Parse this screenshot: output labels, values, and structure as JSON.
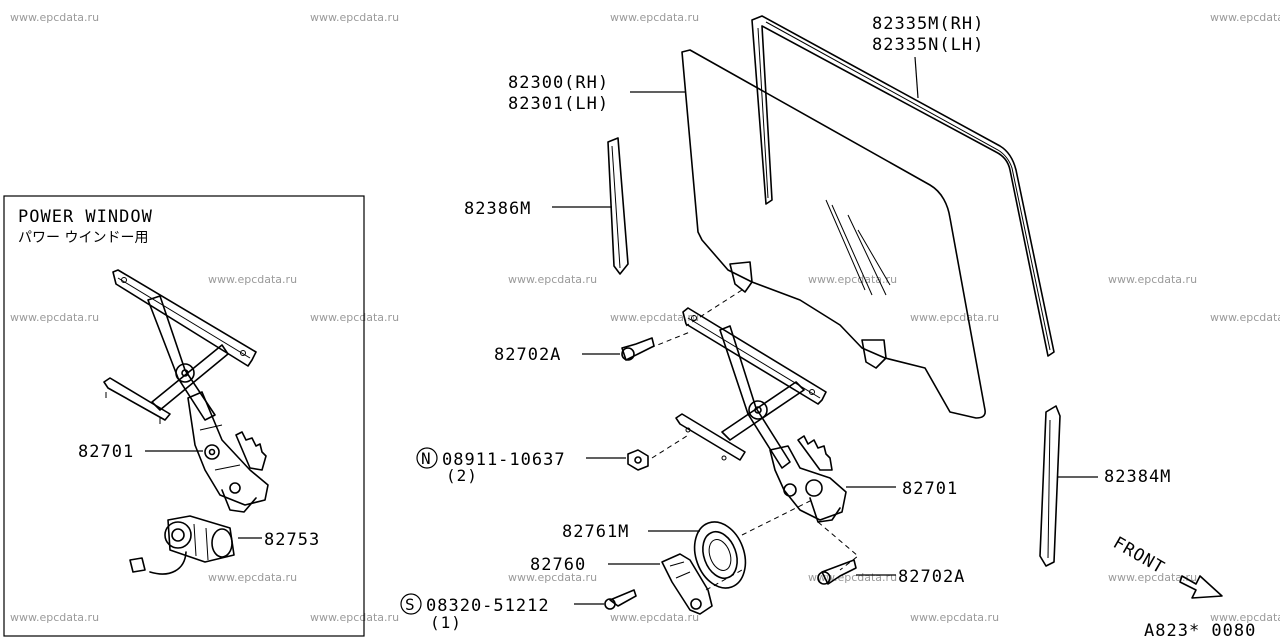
{
  "watermark": "www.epcdata.ru",
  "inset": {
    "title": "POWER WINDOW",
    "subtitle": "パワー ウインドー用",
    "labels": {
      "regulator": "82701",
      "motor": "82753"
    }
  },
  "callouts": {
    "glass_run_rh": "82335M(RH)",
    "glass_run_lh": "82335N(LH)",
    "glass_rh": "82300(RH)",
    "glass_lh": "82301(LH)",
    "sash_front": "82386M",
    "bolt_upper": "82702A",
    "nut_symbol": "N",
    "nut_number": "08911-10637",
    "nut_qty": "(2)",
    "regulator": "82701",
    "sash_rear": "82384M",
    "seal": "82761M",
    "handle": "82760",
    "bolt_lower": "82702A",
    "screw_symbol": "S",
    "screw_number": "08320-51212",
    "screw_qty": "(1)",
    "front_label": "FRONT",
    "page_code": "A823* 0080"
  }
}
